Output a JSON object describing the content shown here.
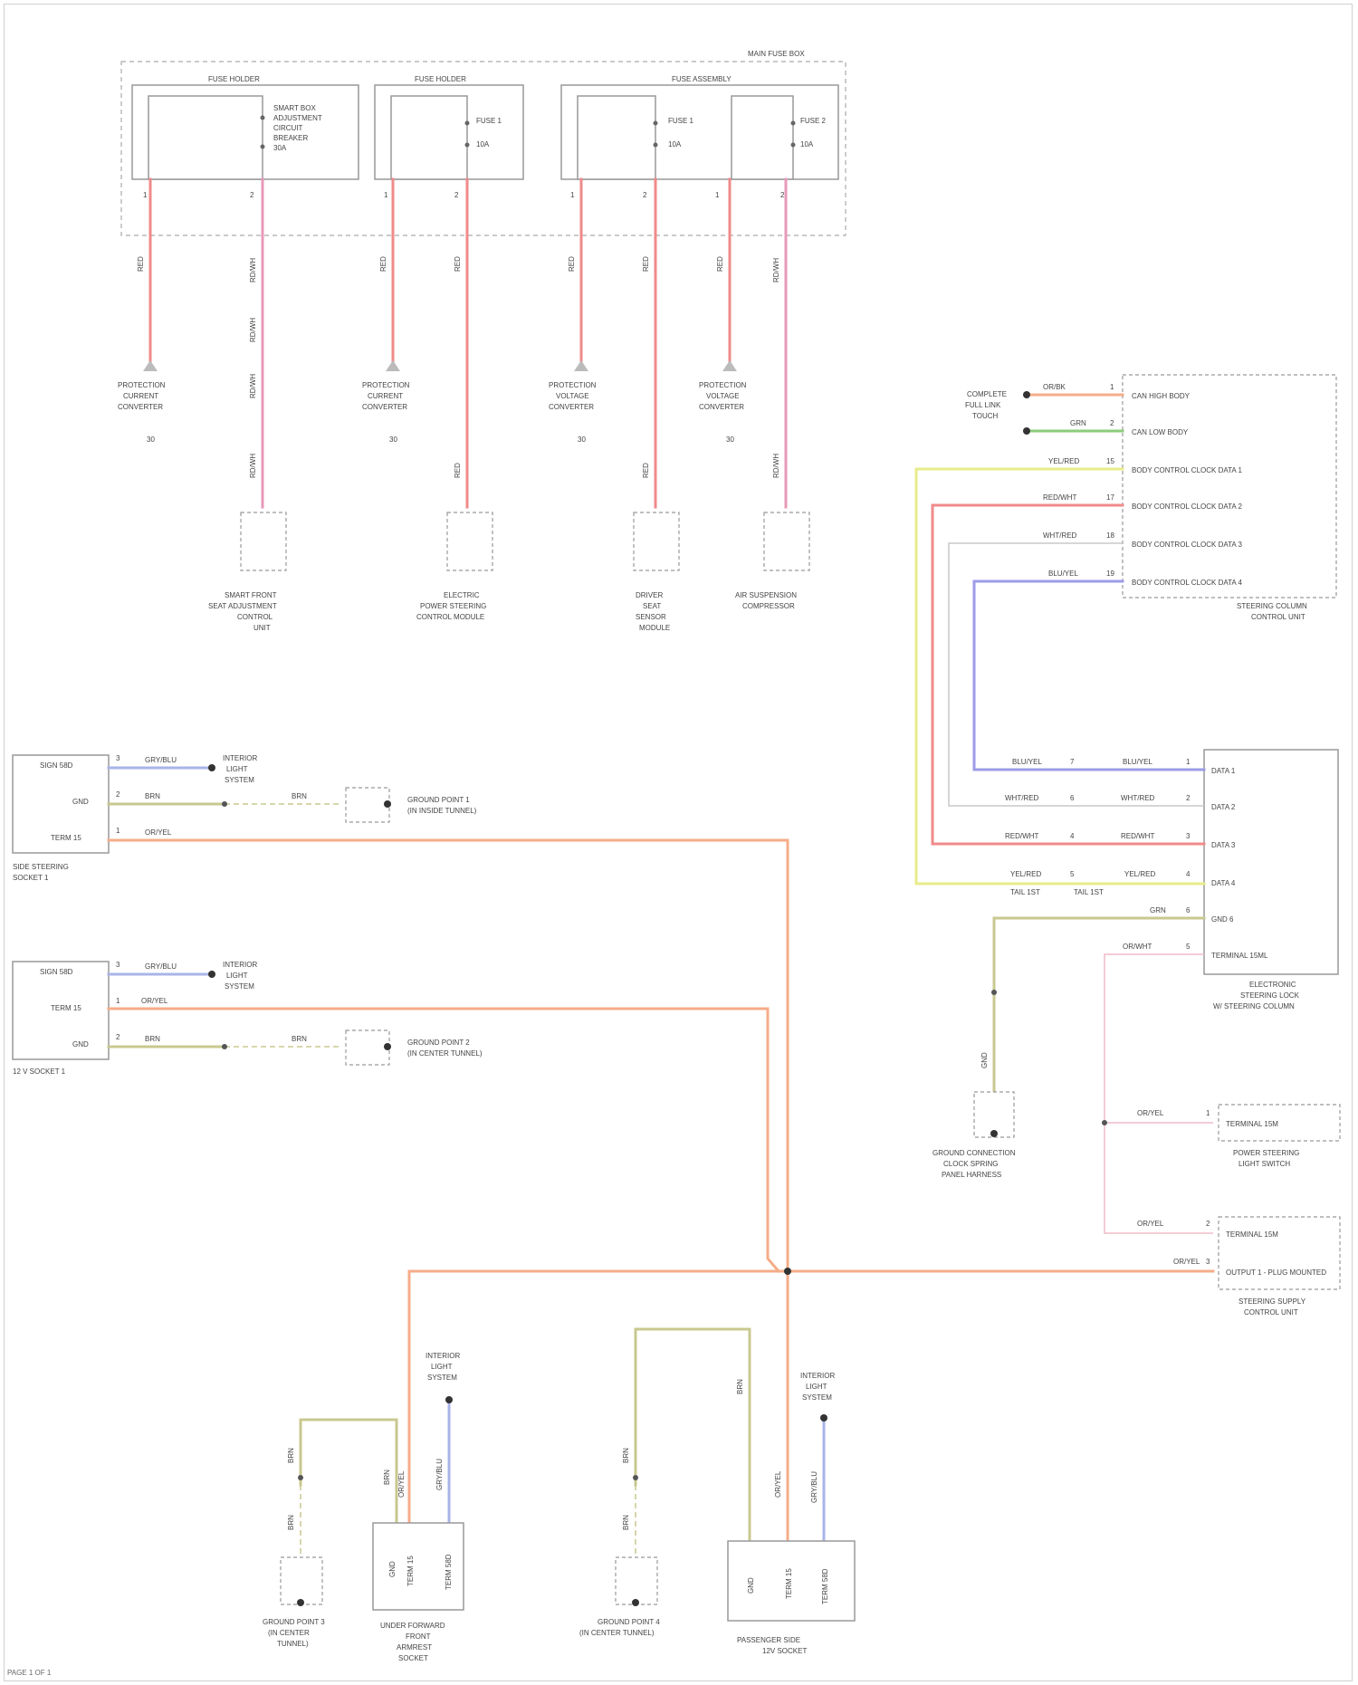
{
  "colors": {
    "red": "#f08a8a",
    "pink": "#e89ab8",
    "orange": "#f5ac88",
    "yellow": "#e8ec8a",
    "green": "#8ccc7a",
    "blue": "#9c9ce8",
    "olive": "#c8c890",
    "white_wire": "#c8c8c8",
    "lightblue": "#a8b4e8",
    "lightpink": "#f0bcc8",
    "frame": "#aaaaaa"
  },
  "fuse_section": {
    "title": "MAIN FUSE BOX",
    "boxes": [
      {
        "title": "FUSE HOLDER",
        "fuse_label": [
          "SMART BOX",
          "ADJUSTMENT",
          "CIRCUIT",
          "BREAKER",
          "30A"
        ],
        "pins": [
          "1",
          "2"
        ]
      },
      {
        "title": "FUSE HOLDER",
        "fuse_label": [
          "FUSE 1",
          "10A"
        ],
        "pins": [
          "1",
          "2"
        ]
      },
      {
        "title": "FUSE ASSEMBLY",
        "fuse_label": [
          "FUSE 1",
          "10A"
        ],
        "pins": [
          "1",
          "2"
        ]
      },
      {
        "title": "",
        "fuse_label": [
          "FUSE 2",
          "10A"
        ],
        "pins": [
          "1",
          "2"
        ]
      }
    ],
    "wire_labels": [
      "RED",
      "RD/WH",
      "RED",
      "RED",
      "RED",
      "RED",
      "RED",
      "RD/WH"
    ],
    "mid_labels": [
      "RD/WH",
      "RD/WH",
      "RD/WH",
      "RED",
      "RED",
      "RD/WH"
    ],
    "protection_connectors": [
      {
        "label": [
          "PROTECTION",
          "CURRENT",
          "CONVERTER"
        ],
        "pin": "30"
      },
      {
        "label": [
          "PROTECTION",
          "CURRENT",
          "CONVERTER"
        ],
        "pin": "30"
      },
      {
        "label": [
          "PROTECTION",
          "VOLTAGE",
          "CONVERTER"
        ],
        "pin": "30"
      },
      {
        "label": [
          "PROTECTION",
          "VOLTAGE",
          "CONVERTER"
        ],
        "pin": "30"
      }
    ],
    "devices": [
      {
        "label": [
          "SMART FRONT",
          "SEAT ADJUSTMENT",
          "CONTROL",
          "UNIT"
        ]
      },
      {
        "label": [
          "ELECTRIC",
          "POWER STEERING",
          "CONTROL MODULE"
        ]
      },
      {
        "label": [
          "DRIVER",
          "SEAT",
          "SENSOR",
          "MODULE"
        ]
      },
      {
        "label": [
          "AIR SUSPENSION",
          "COMPRESSOR"
        ]
      }
    ]
  },
  "right_module": {
    "connector_labels": [
      "COMPLETE",
      "FULL LINK",
      "TOUCH"
    ],
    "pins": [
      {
        "color_label": "OR/BK",
        "num": "1",
        "name": "CAN HIGH BODY"
      },
      {
        "color_label": "GRN",
        "num": "2",
        "name": "CAN LOW BODY"
      },
      {
        "color_label": "YEL/RED",
        "num": "15",
        "name": "BODY CONTROL CLOCK DATA 1"
      },
      {
        "color_label": "RED/WHT",
        "num": "17",
        "name": "BODY CONTROL CLOCK DATA 2"
      },
      {
        "color_label": "WHT/RED",
        "num": "18",
        "name": "BODY CONTROL CLOCK DATA 3"
      },
      {
        "color_label": "BLU/YEL",
        "num": "19",
        "name": "BODY CONTROL CLOCK DATA 4"
      }
    ],
    "module_label": [
      "STEERING COLUMN",
      "CONTROL UNIT"
    ]
  },
  "steering_module": {
    "pins_left": [
      {
        "label": "BLU/YEL",
        "num": "7"
      },
      {
        "label": "WHT/RED",
        "num": "6"
      },
      {
        "label": "RED/WHT",
        "num": "4"
      },
      {
        "label": "YEL/RED",
        "num": "5"
      }
    ],
    "pins_right": [
      {
        "label": "BLU/YEL",
        "num": "1",
        "name": "DATA 1"
      },
      {
        "label": "WHT/RED",
        "num": "2",
        "name": "DATA 2"
      },
      {
        "label": "RED/WHT",
        "num": "3",
        "name": "DATA 3"
      },
      {
        "label": "YEL/RED",
        "num": "4",
        "name": "DATA 4"
      },
      {
        "label": "GRN",
        "num": "6",
        "name": "GND 6"
      },
      {
        "label": "OR/WHT",
        "num": "5",
        "name": "TERMINAL 15ML"
      }
    ],
    "splice_labels": [
      "TAIL 1ST",
      "TAIL 1ST"
    ],
    "module_label": [
      "ELECTRONIC",
      "STEERING LOCK",
      "W/ STEERING COLUMN"
    ],
    "ground_label": [
      "GND"
    ],
    "ground_device": [
      "GROUND CONNECTION",
      "CLOCK SPRING",
      "PANEL HARNESS"
    ]
  },
  "left_modules": [
    {
      "pins": [
        {
          "name": "SIGN 58D",
          "num": "3",
          "wire": "GRY/BLU"
        },
        {
          "name": "GND",
          "num": "2",
          "wire": "BRN"
        },
        {
          "name": "TERM 15",
          "num": "1",
          "wire": "OR/YEL"
        }
      ],
      "label": [
        "SIDE STEERING",
        "SOCKET 1"
      ],
      "ext_labels": [
        "INTERIOR",
        "LIGHT",
        "SYSTEM"
      ],
      "ground_wire": "BRN",
      "ground_label": [
        "GROUND POINT 1",
        "(IN INSIDE TUNNEL)"
      ]
    },
    {
      "pins": [
        {
          "name": "SIGN 58D",
          "num": "3",
          "wire": "GRY/BLU"
        },
        {
          "name": "TERM 15",
          "num": "1",
          "wire": "OR/YEL"
        },
        {
          "name": "GND",
          "num": "2",
          "wire": "BRN"
        }
      ],
      "label": [
        "12 V SOCKET 1"
      ],
      "ext_labels": [
        "INTERIOR",
        "LIGHT",
        "SYSTEM"
      ],
      "ground_wire": "BRN",
      "ground_label": [
        "GROUND POINT 2",
        "(IN CENTER TUNNEL)"
      ]
    }
  ],
  "right_lower": [
    {
      "wire": "OR/YEL",
      "num": "1",
      "name": "TERMINAL 15M",
      "label": [
        "POWER STEERING",
        "LIGHT SWITCH"
      ]
    },
    {
      "wire": "OR/YEL",
      "num": "2",
      "name": "TERMINAL 15M",
      "label": [
        "STEERING SUPPLY",
        "CONTROL UNIT"
      ]
    },
    {
      "wire": "OR/YEL",
      "num": "3",
      "name": "OUTPUT 1 - PLUG MOUNTED",
      "label": []
    }
  ],
  "bottom_modules": [
    {
      "wire_labels": [
        "BRN",
        "BRN",
        "BRN",
        "OR/YEL",
        "GRY/BLU"
      ],
      "ext_labels": [
        "INTERIOR",
        "LIGHT",
        "SYSTEM"
      ],
      "pin_labels": [
        "GND",
        "TERM 15",
        "TERM 58D"
      ],
      "ground_label": [
        "GROUND POINT 3",
        "(IN CENTER",
        "TUNNEL)"
      ],
      "label": [
        "UNDER FORWARD",
        "FRONT",
        "ARMREST",
        "SOCKET"
      ]
    },
    {
      "wire_labels": [
        "BRN",
        "BRN",
        "BRN",
        "OR/YEL",
        "GRY/BLU"
      ],
      "ext_labels": [
        "INTERIOR",
        "LIGHT",
        "SYSTEM"
      ],
      "pin_labels": [
        "GND",
        "TERM 15",
        "TERM 58D"
      ],
      "ground_label": [
        "GROUND POINT 4",
        "(IN CENTER TUNNEL)"
      ],
      "label": [
        "PASSENGER SIDE",
        "12V SOCKET"
      ]
    }
  ],
  "page_ref": "PAGE 1 OF 1"
}
